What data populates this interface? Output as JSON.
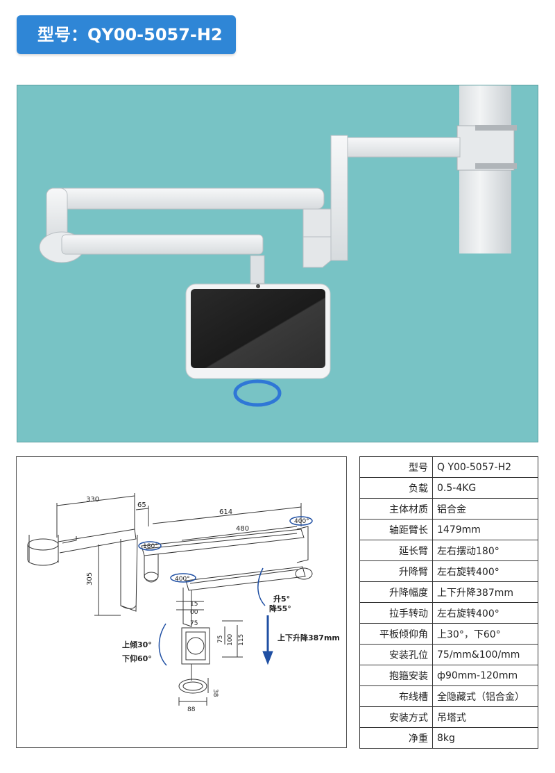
{
  "header": {
    "title": "型号：QY00-5057-H2"
  },
  "diagram": {
    "dims": {
      "d330": "330",
      "d65": "65",
      "d614": "614",
      "d480": "480",
      "d305": "305",
      "d15": "15",
      "d00": "00",
      "d75a": "75",
      "d75b": "75",
      "d100": "100",
      "d115": "115",
      "d38": "38",
      "d88": "88"
    },
    "rotations": {
      "r400a": "400°",
      "r180": "180°",
      "r400b": "400°"
    },
    "annotations": {
      "up5": "升5°",
      "down55": "降55°",
      "lift": "上下升降387mm",
      "tilt_up": "上倾30°",
      "tilt_down": "下仰60°"
    }
  },
  "specs": [
    {
      "key": "型号",
      "value": "Q Y00-5057-H2"
    },
    {
      "key": "负载",
      "value": "0.5-4KG"
    },
    {
      "key": "主体材质",
      "value": "铝合金"
    },
    {
      "key": "轴距臂长",
      "value": "1479mm"
    },
    {
      "key": "延长臂",
      "value": "左右摆动180°"
    },
    {
      "key": "升降臂",
      "value": "左右旋转400°"
    },
    {
      "key": "升降幅度",
      "value": "上下升降387mm"
    },
    {
      "key": "拉手转动",
      "value": "左右旋转400°"
    },
    {
      "key": "平板倾仰角",
      "value": "上30°，下60°"
    },
    {
      "key": "安装孔位",
      "value": "75/mm&100/mm"
    },
    {
      "key": "抱箍安装",
      "value": "ф90mm-120mm"
    },
    {
      "key": "布线槽",
      "value": "全隐藏式（铝合金）"
    },
    {
      "key": "安装方式",
      "value": "吊塔式"
    },
    {
      "key": "净重",
      "value": "8kg"
    }
  ],
  "colors": {
    "badge": "#2f86d6",
    "photo_bg": "#78c3c5",
    "arrow": "#1f4fa3"
  }
}
